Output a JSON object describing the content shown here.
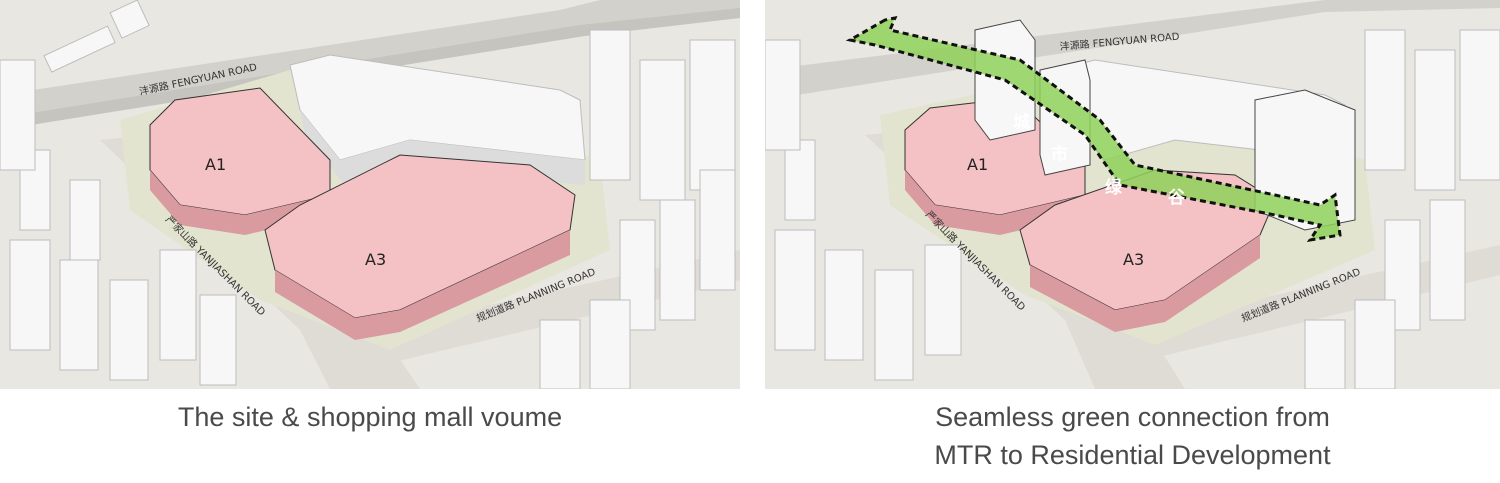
{
  "left_panel": {
    "caption": "The site & shopping mall voume",
    "site_labels": {
      "a1": "A1",
      "a3": "A3"
    },
    "roads": {
      "fengyuan": "沣源路 FENGYUAN ROAD",
      "yanjiashan": "严家山路 YANJIASHAN ROAD",
      "planning": "规划道路 PLANNING ROAD"
    }
  },
  "right_panel": {
    "caption_line1": "Seamless green connection from",
    "caption_line2": "MTR to Residential Development",
    "site_labels": {
      "a1": "A1",
      "a3": "A3"
    },
    "roads": {
      "fengyuan": "沣源路 FENGYUAN ROAD",
      "yanjiashan": "严家山路 YANJIASHAN ROAD",
      "planning": "规划道路 PLANNING ROAD"
    },
    "green_axis_chars": [
      "城",
      "市",
      "绿",
      "谷"
    ]
  },
  "colors": {
    "site_pink": "#f4c1c4",
    "site_pink_dark": "#d99aa0",
    "green_axis": "#8fd15a",
    "ground": "#e9e7e2",
    "road": "#dcdad3",
    "building": "#f7f7f7"
  }
}
